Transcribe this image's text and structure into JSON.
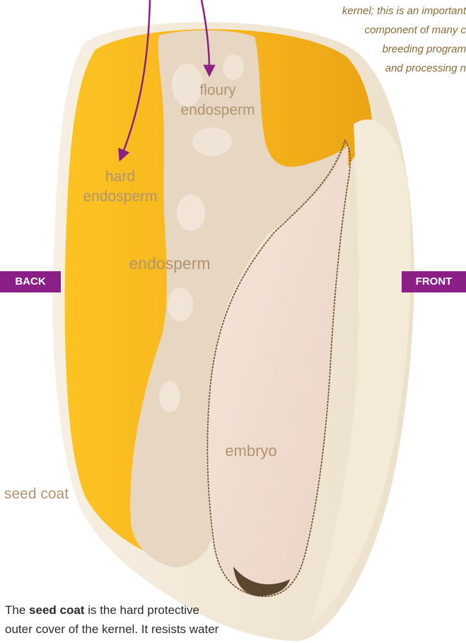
{
  "labels": {
    "floury_line1": "floury",
    "floury_line2": "endosperm",
    "hard_line1": "hard",
    "hard_line2": "endosperm",
    "endosperm": "endosperm",
    "embryo": "embryo",
    "seed_coat": "seed coat"
  },
  "side_tags": {
    "back": "BACK",
    "front": "FRONT"
  },
  "note_lines": [
    "kernel; this is an important",
    "component of many c",
    "breeding program",
    "and processing n"
  ],
  "caption": {
    "prefix": "The ",
    "term": "seed coat",
    "line1_rest": " is the hard protective",
    "line2": "outer cover of the kernel. It resists water"
  },
  "colors": {
    "accent": "#8a2087",
    "label": "#b0946f",
    "hard_endosperm": "#f6b516",
    "floury_endosperm": "#e8d8c4",
    "embryo": "#f1dcd0",
    "seed_coat": "#f3e8d4"
  }
}
